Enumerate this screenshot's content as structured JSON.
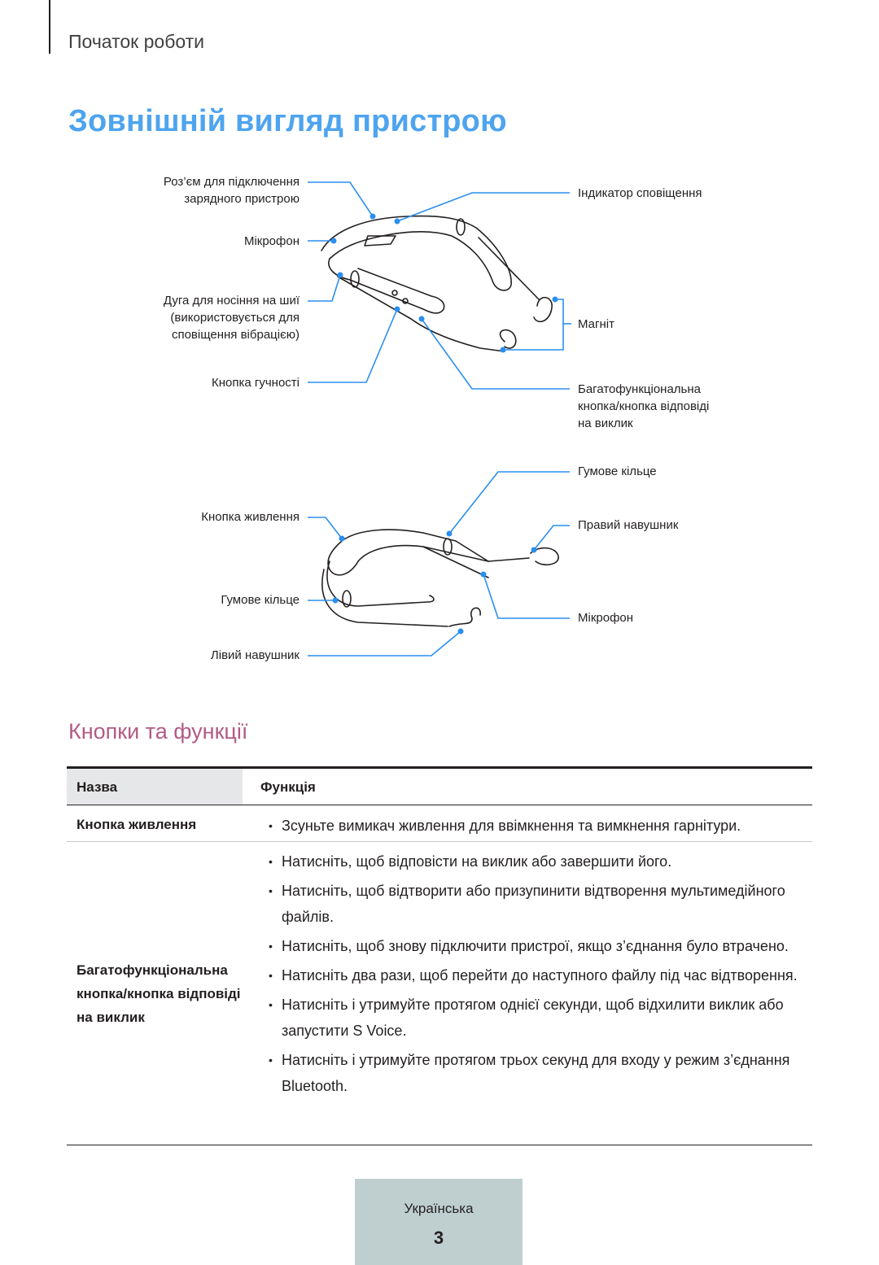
{
  "chapter": "Початок роботи",
  "title": "Зовнішній вигляд пристрою",
  "diagram_top_labels": {
    "charge_port": [
      "Роз’єм для підключення",
      "зарядного пристрою"
    ],
    "mic1": "Мікрофон",
    "neckband": [
      "Дуга для носіння на шиї",
      "(використовується для",
      "сповіщення вібрацією)"
    ],
    "volume": "Кнопка гучності",
    "indicator": "Індикатор сповіщення",
    "magnet": "Магніт",
    "multifunction": [
      "Багатофункціональна",
      "кнопка/кнопка відповіді",
      "на виклик"
    ]
  },
  "diagram_bottom_labels": {
    "rubber_ring_r": "Гумове кільце",
    "power": "Кнопка живлення",
    "right_earbud": "Правий навушник",
    "rubber_ring_l": "Гумове кільце",
    "mic2": "Мікрофон",
    "left_earbud": "Лівий навушник"
  },
  "section2": "Кнопки та функції",
  "table": {
    "headers": [
      "Назва",
      "Функція"
    ],
    "row1": {
      "name": "Кнопка живлення",
      "items": [
        "Зсуньте вимикач живлення для ввімкнення та вимкнення гарнітури."
      ]
    },
    "row2": {
      "name": "Багатофункціональна кнопка/кнопка відповіді на виклик",
      "items": [
        "Натисніть, щоб відповісти на виклик або завершити його.",
        "Натисніть, щоб відтворити або призупинити відтворення мультимедійного файлів.",
        "Натисніть, щоб знову підключити пристрої, якщо з’єднання було втрачено.",
        "Натисніть два рази, щоб перейти до наступного файлу під час відтворення.",
        "Натисніть і утримуйте протягом однієї секунди, щоб відхилити виклик або запустити S Voice.",
        "Натисніть і утримуйте протягом трьох секунд для входу у режим з’єднання Bluetooth."
      ]
    }
  },
  "bullet": "•",
  "footer": {
    "language": "Українська",
    "page": "3"
  },
  "colors": {
    "title": "#4ea4ee",
    "section": "#b25b85",
    "callout": "#2a8ff0",
    "footer_bg": "#bfcfd0"
  }
}
